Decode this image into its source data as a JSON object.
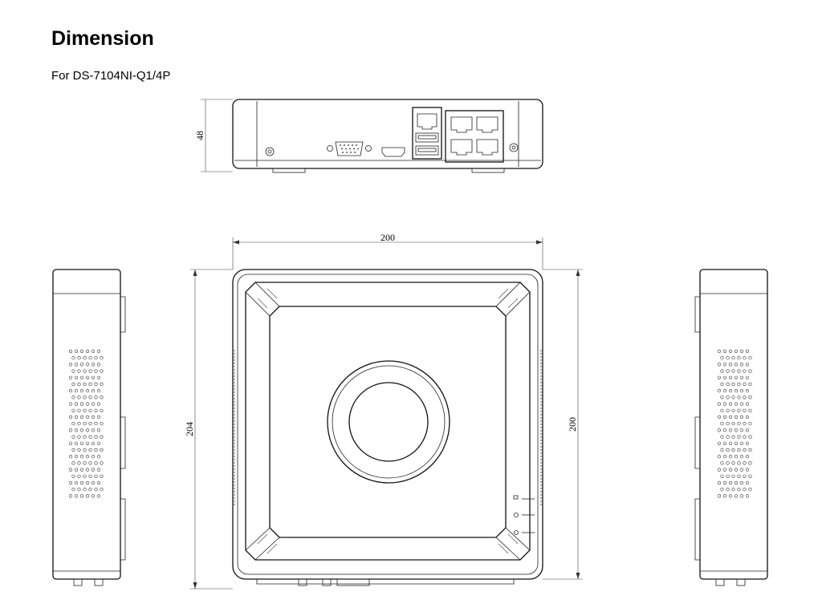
{
  "header": {
    "title": "Dimension",
    "model_line": "For DS-7104NI-Q1/4P"
  },
  "dimensions": {
    "rear_height": "48",
    "top_width": "200",
    "left_depth": "204",
    "right_depth": "200"
  },
  "colors": {
    "ink": "#111111",
    "background": "#ffffff"
  }
}
